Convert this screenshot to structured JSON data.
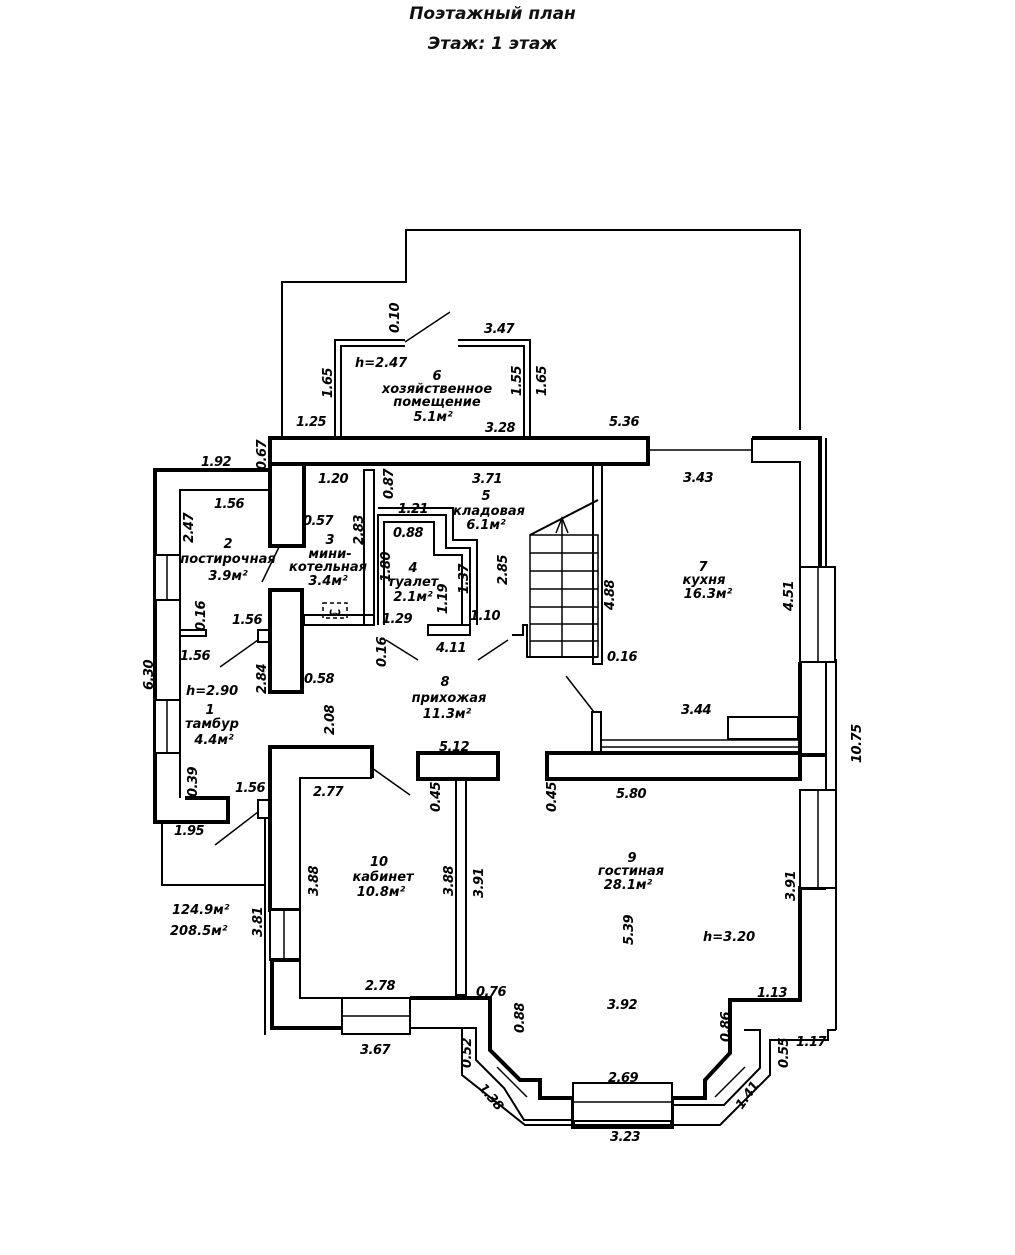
{
  "header": {
    "title": "Поэтажный план",
    "floor": "Этаж: 1 этаж"
  },
  "totals": {
    "living_area": "124.9м²",
    "total_area": "208.5м²"
  },
  "rooms": [
    {
      "number": "1",
      "name": "тамбур",
      "area": "4.4м²",
      "height": "h=2.90"
    },
    {
      "number": "2",
      "name": "постирочная",
      "area": "3.9м²"
    },
    {
      "number": "3",
      "name": "мини-",
      "name2": "котельная",
      "area": "3.4м²"
    },
    {
      "number": "4",
      "name": "туалет",
      "area": "2.1м²"
    },
    {
      "number": "5",
      "name": "кладовая",
      "area": "6.1м²"
    },
    {
      "number": "6",
      "name": "хозяйственное",
      "name2": "помещение",
      "area": "5.1м²",
      "height": "h=2.47"
    },
    {
      "number": "7",
      "name": "кухня",
      "area": "16.3м²"
    },
    {
      "number": "8",
      "name": "прихожая",
      "area": "11.3м²"
    },
    {
      "number": "9",
      "name": "гостиная",
      "area": "28.1м²",
      "height": "h=3.20"
    },
    {
      "number": "10",
      "name": "кабинет",
      "area": "10.8м²"
    }
  ],
  "dimensions": {
    "d010": "0.10",
    "d347": "3.47",
    "d165a": "1.65",
    "d155": "1.55",
    "d165b": "1.65",
    "d125": "1.25",
    "d328": "3.28",
    "d536": "5.36",
    "d192": "1.92",
    "d067": "0.67",
    "d156a": "1.56",
    "d247": "2.47",
    "d120": "1.20",
    "d057": "0.57",
    "d283": "2.83",
    "d371": "3.71",
    "d087": "0.87",
    "d121": "1.21",
    "d088": "0.88",
    "d180": "1.80",
    "d137": "1.37",
    "d285": "2.85",
    "d119": "1.19",
    "d129": "1.29",
    "d110": "1.10",
    "d411": "4.11",
    "d343": "3.43",
    "d488": "4.88",
    "d451": "4.51",
    "d016k": "0.16",
    "d344": "3.44",
    "d016a": "0.16",
    "d156b": "1.56",
    "d156c": "1.56",
    "d630": "6.30",
    "d284": "2.84",
    "d058": "0.58",
    "d016b": "0.16",
    "d208": "2.08",
    "d039": "0.39",
    "d156d": "1.56",
    "d195": "1.95",
    "d277": "2.77",
    "d512": "5.12",
    "d045a": "0.45",
    "d045b": "0.45",
    "d580": "5.80",
    "d1075": "10.75",
    "d388a": "3.88",
    "d388b": "3.88",
    "d391a": "3.91",
    "d391b": "3.91",
    "d381": "3.81",
    "d539": "5.39",
    "d278": "2.78",
    "d076": "0.76",
    "d392": "3.92",
    "d113": "1.13",
    "d088b": "0.88",
    "d086": "0.86",
    "d367": "3.67",
    "d052": "0.52",
    "d055": "0.55",
    "d117": "1.17",
    "d138": "1.38",
    "d141": "1.41",
    "d269": "2.69",
    "d323": "3.23"
  }
}
